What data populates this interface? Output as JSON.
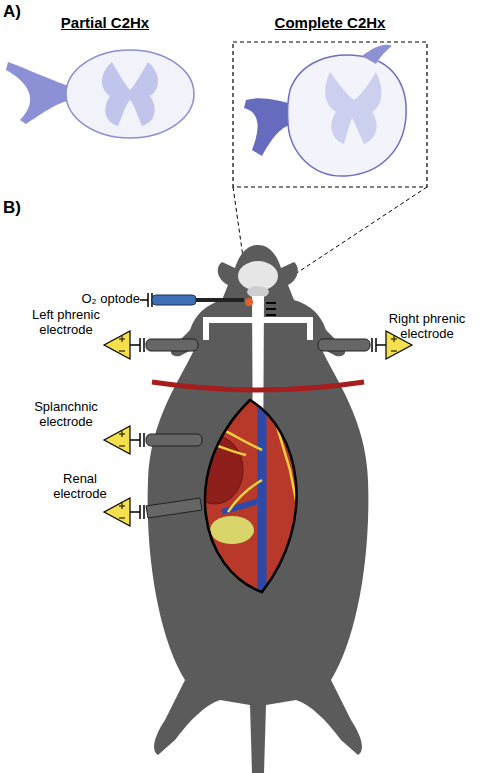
{
  "diagram": {
    "labels": [
      "A)",
      "Partial C2Hx",
      "Complete C2Hx",
      "B)",
      "O₂ optode",
      "Left phrenic electrode",
      "Right phrenic electrode",
      "Splanchnic electrode",
      "Renal electrode"
    ]
  }
}
